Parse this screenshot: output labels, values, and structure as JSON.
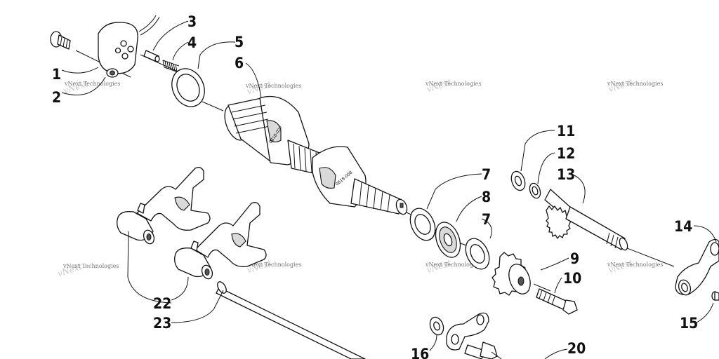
{
  "callouts": [
    {
      "id": "1",
      "label": "1"
    },
    {
      "id": "2",
      "label": "2"
    },
    {
      "id": "3",
      "label": "3"
    },
    {
      "id": "4",
      "label": "4"
    },
    {
      "id": "5",
      "label": "5"
    },
    {
      "id": "6",
      "label": "6"
    },
    {
      "id": "7a",
      "label": "7"
    },
    {
      "id": "8",
      "label": "8"
    },
    {
      "id": "7b",
      "label": "7"
    },
    {
      "id": "9",
      "label": "9"
    },
    {
      "id": "10",
      "label": "10"
    },
    {
      "id": "11",
      "label": "11"
    },
    {
      "id": "12",
      "label": "12"
    },
    {
      "id": "13",
      "label": "13"
    },
    {
      "id": "14",
      "label": "14"
    },
    {
      "id": "15",
      "label": "15"
    },
    {
      "id": "16",
      "label": "16"
    },
    {
      "id": "20",
      "label": "20"
    },
    {
      "id": "22",
      "label": "22"
    },
    {
      "id": "23",
      "label": "23"
    }
  ],
  "watermark": "vNext Technologies",
  "drum_stamps": {
    "a": "0818-027",
    "b": "0818-008"
  }
}
